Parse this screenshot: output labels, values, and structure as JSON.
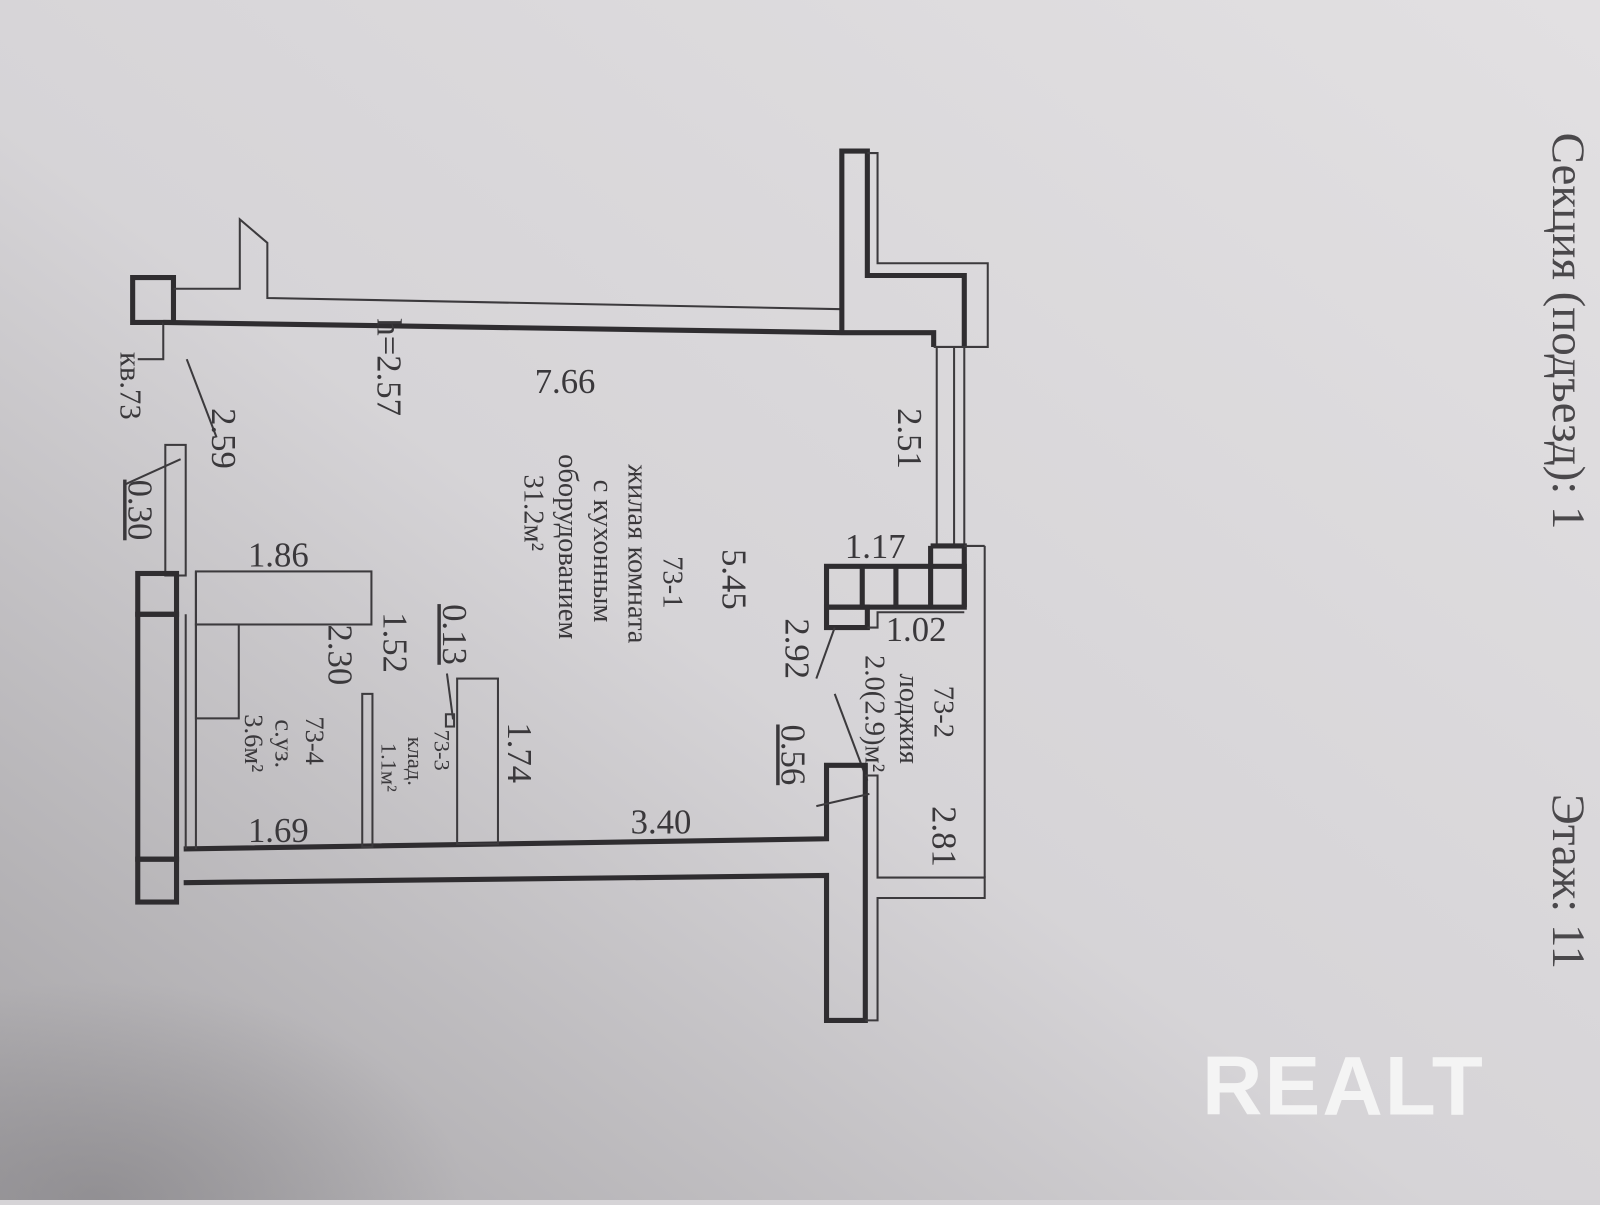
{
  "header": {
    "section": "Секция (подъезд): 1",
    "floor": "Этаж: 11"
  },
  "apartment": {
    "label": "кв.73",
    "ceiling_height": "h=2.57"
  },
  "rooms": {
    "living": {
      "id": "73-1",
      "name_line1": "жилая комната",
      "name_line2": "с кухонным",
      "name_line3": "оборудованием",
      "area": "31.2м²"
    },
    "loggia": {
      "id": "73-2",
      "name": "лоджия",
      "area": "2.0(2.9)м²"
    },
    "storage": {
      "id": "73-3",
      "name": "клад.",
      "area": "1.1м²"
    },
    "bathroom": {
      "id": "73-4",
      "name": "с.уз.",
      "area": "3.6м²"
    }
  },
  "dimensions": {
    "d766": "7.66",
    "d545": "5.45",
    "d251": "2.51",
    "d117": "1.17",
    "d102": "1.02",
    "d292": "2.92",
    "d056": "0.56",
    "d281": "2.81",
    "d340": "3.40",
    "d174": "1.74",
    "d013": "0.13",
    "d152": "1.52",
    "d230": "2.30",
    "d169": "1.69",
    "d186": "1.86",
    "d259": "2.59",
    "d030": "0.30"
  },
  "watermark": "REALT"
}
